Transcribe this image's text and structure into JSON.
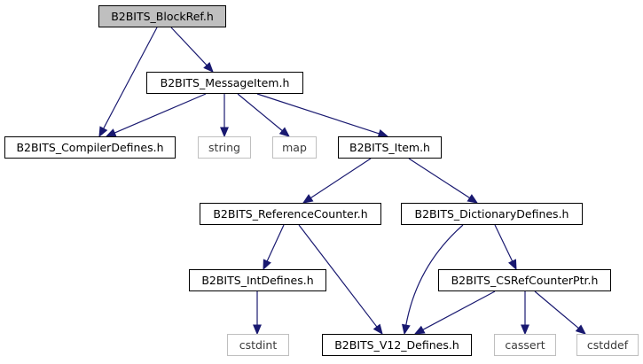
{
  "diagram": {
    "colors": {
      "edge": "#191970",
      "root_fill": "#bfbfbf",
      "node_border": "#000000",
      "external_border": "#bfbfbf"
    },
    "nodes": {
      "blockref": "B2BITS_BlockRef.h",
      "messageitem": "B2BITS_MessageItem.h",
      "compilerdefines": "B2BITS_CompilerDefines.h",
      "string": "string",
      "map": "map",
      "item": "B2BITS_Item.h",
      "referencecounter": "B2BITS_ReferenceCounter.h",
      "dictionarydefines": "B2BITS_DictionaryDefines.h",
      "intdefines": "B2BITS_IntDefines.h",
      "csrefcounterptr": "B2BITS_CSRefCounterPtr.h",
      "cstdint": "cstdint",
      "v12defines": "B2BITS_V12_Defines.h",
      "cassert": "cassert",
      "cstddef": "cstddef"
    },
    "edges": [
      [
        "blockref",
        "messageitem"
      ],
      [
        "blockref",
        "compilerdefines"
      ],
      [
        "messageitem",
        "compilerdefines"
      ],
      [
        "messageitem",
        "string"
      ],
      [
        "messageitem",
        "map"
      ],
      [
        "messageitem",
        "item"
      ],
      [
        "item",
        "referencecounter"
      ],
      [
        "item",
        "dictionarydefines"
      ],
      [
        "referencecounter",
        "intdefines"
      ],
      [
        "referencecounter",
        "v12defines"
      ],
      [
        "dictionarydefines",
        "v12defines"
      ],
      [
        "dictionarydefines",
        "csrefcounterptr"
      ],
      [
        "intdefines",
        "cstdint"
      ],
      [
        "csrefcounterptr",
        "v12defines"
      ],
      [
        "csrefcounterptr",
        "cassert"
      ],
      [
        "csrefcounterptr",
        "cstddef"
      ]
    ]
  }
}
